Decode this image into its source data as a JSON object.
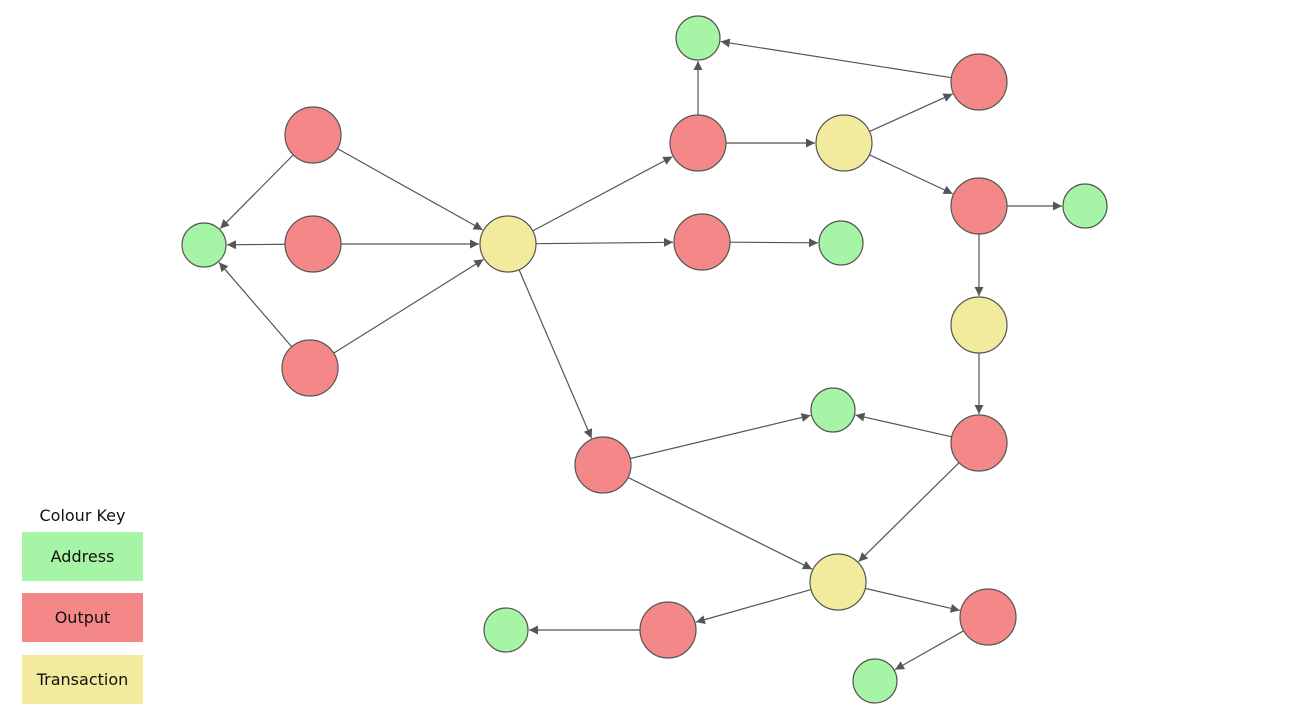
{
  "colors": {
    "address": "#a6f5a6",
    "output": "#f48888",
    "transaction": "#f2ea9c",
    "stroke": "#555555"
  },
  "legend": {
    "title": "Colour Key",
    "address_label": "Address",
    "output_label": "Output",
    "transaction_label": "Transaction"
  },
  "nodes": [
    {
      "id": "a1",
      "type": "address"
    },
    {
      "id": "o1",
      "type": "output"
    },
    {
      "id": "o2",
      "type": "output"
    },
    {
      "id": "o3",
      "type": "output"
    },
    {
      "id": "t1",
      "type": "transaction"
    },
    {
      "id": "o4",
      "type": "output"
    },
    {
      "id": "a2",
      "type": "address"
    },
    {
      "id": "t2",
      "type": "transaction"
    },
    {
      "id": "o5",
      "type": "output"
    },
    {
      "id": "o6",
      "type": "output"
    },
    {
      "id": "a3",
      "type": "address"
    },
    {
      "id": "o7",
      "type": "output"
    },
    {
      "id": "a4",
      "type": "address"
    },
    {
      "id": "t3",
      "type": "transaction"
    },
    {
      "id": "o8",
      "type": "output"
    },
    {
      "id": "a5",
      "type": "address"
    },
    {
      "id": "o9",
      "type": "output"
    },
    {
      "id": "t4",
      "type": "transaction"
    },
    {
      "id": "o10",
      "type": "output"
    },
    {
      "id": "a6",
      "type": "address"
    },
    {
      "id": "o11",
      "type": "output"
    },
    {
      "id": "a7",
      "type": "address"
    }
  ],
  "edges": [
    [
      "o1",
      "a1"
    ],
    [
      "o2",
      "a1"
    ],
    [
      "o3",
      "a1"
    ],
    [
      "o1",
      "t1"
    ],
    [
      "o2",
      "t1"
    ],
    [
      "o3",
      "t1"
    ],
    [
      "t1",
      "o4"
    ],
    [
      "t1",
      "o7"
    ],
    [
      "t1",
      "o9"
    ],
    [
      "o4",
      "a2"
    ],
    [
      "o4",
      "t2"
    ],
    [
      "t2",
      "o5"
    ],
    [
      "t2",
      "o6"
    ],
    [
      "o5",
      "a2"
    ],
    [
      "o6",
      "a4"
    ],
    [
      "o6",
      "t3"
    ],
    [
      "o7",
      "a3"
    ],
    [
      "t3",
      "o8"
    ],
    [
      "o8",
      "a5"
    ],
    [
      "o8",
      "t4"
    ],
    [
      "o9",
      "a5"
    ],
    [
      "o9",
      "t4"
    ],
    [
      "t4",
      "o10"
    ],
    [
      "t4",
      "o11"
    ],
    [
      "o10",
      "a6"
    ],
    [
      "o11",
      "a7"
    ]
  ]
}
